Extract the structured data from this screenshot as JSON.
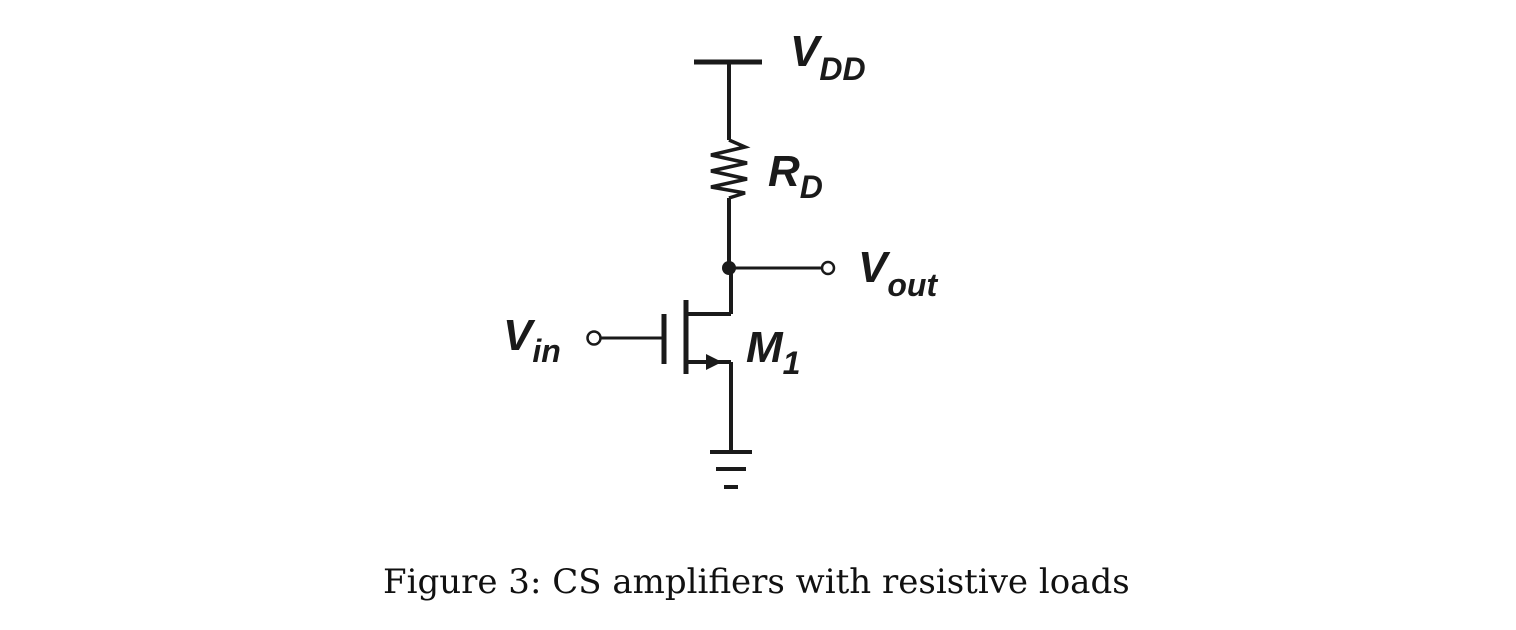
{
  "diagram": {
    "vdd": {
      "main": "V",
      "sub": "DD"
    },
    "rd": {
      "main": "R",
      "sub": "D"
    },
    "vout": {
      "main": "V",
      "sub": "out"
    },
    "vin": {
      "main": "V",
      "sub": "in"
    },
    "m1": {
      "main": "M",
      "sub": "1"
    }
  },
  "caption": {
    "prefix": "Figure 3:",
    "text": "CS amplifiers with resistive loads"
  },
  "colors": {
    "ink": "#1a1a1a",
    "background": "#ffffff"
  }
}
